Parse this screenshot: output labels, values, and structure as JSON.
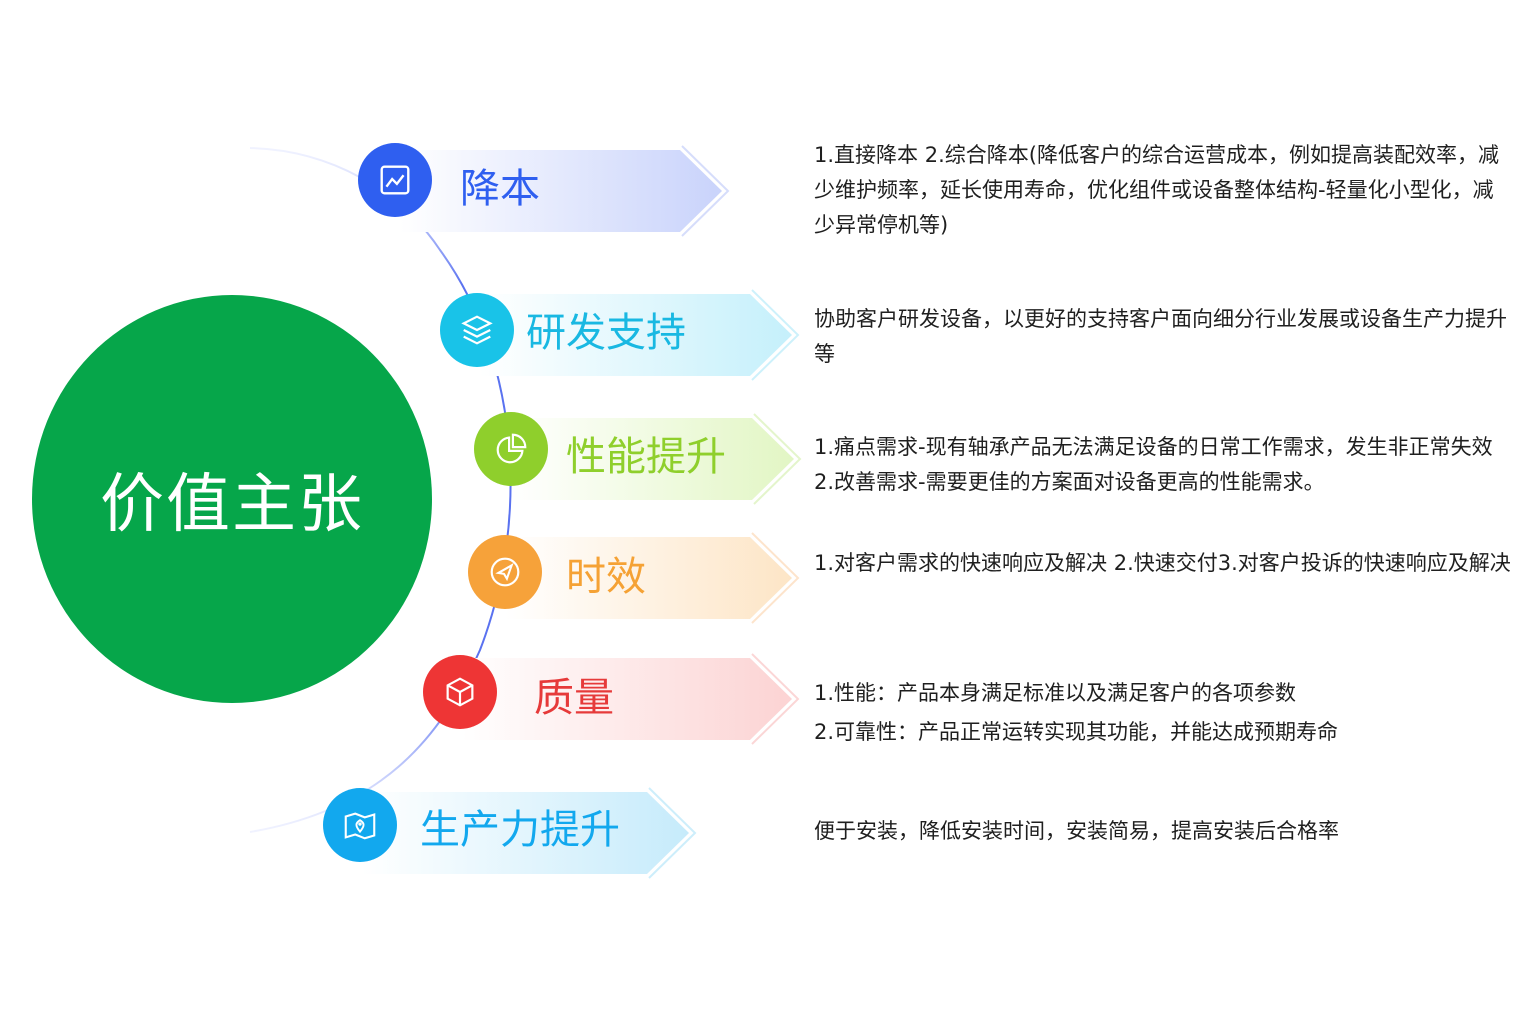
{
  "center": {
    "title": "价值主张",
    "color": "#06a64a"
  },
  "items": [
    {
      "label": "降本",
      "icon": "chart-icon",
      "color": "#2f5ff0",
      "label_color": "#2f5ff0",
      "desc": [
        "1.直接降本 2.综合降本(降低客户的综合运营成本，例如提高装配效率，减少维护频率，延长使用寿命，优化组件或设备整体结构-轻量化小型化，减少异常停机等)"
      ]
    },
    {
      "label": "研发支持",
      "icon": "layers-icon",
      "color": "#19c3e8",
      "label_color": "#19b8e2",
      "desc": [
        "协助客户研发设备，以更好的支持客户面向细分行业发展或设备生产力提升等"
      ]
    },
    {
      "label": "性能提升",
      "icon": "pie-chart-icon",
      "color": "#8fcf2c",
      "label_color": "#8fcf2c",
      "desc": [
        "1.痛点需求-现有轴承产品无法满足设备的日常工作需求，发生非正常失效 2.改善需求-需要更佳的方案面对设备更高的性能需求。"
      ]
    },
    {
      "label": "时效",
      "icon": "send-icon",
      "color": "#f6a23a",
      "label_color": "#f5a235",
      "desc": [
        "1.对客户需求的快速响应及解决 2.快速交付3.对客户投诉的快速响应及解决"
      ]
    },
    {
      "label": "质量",
      "icon": "cube-icon",
      "color": "#ee3535",
      "label_color": "#e63a3a",
      "desc": [
        "1.性能：产品本身满足标准以及满足客户的各项参数",
        "2.可靠性：产品正常运转实现其功能，并能达成预期寿命"
      ]
    },
    {
      "label": "生产力提升",
      "icon": "map-icon",
      "color": "#12a8ee",
      "label_color": "#12a8ee",
      "desc": [
        "便于安装，降低安装时间，安装简易，提高安装后合格率"
      ]
    }
  ]
}
